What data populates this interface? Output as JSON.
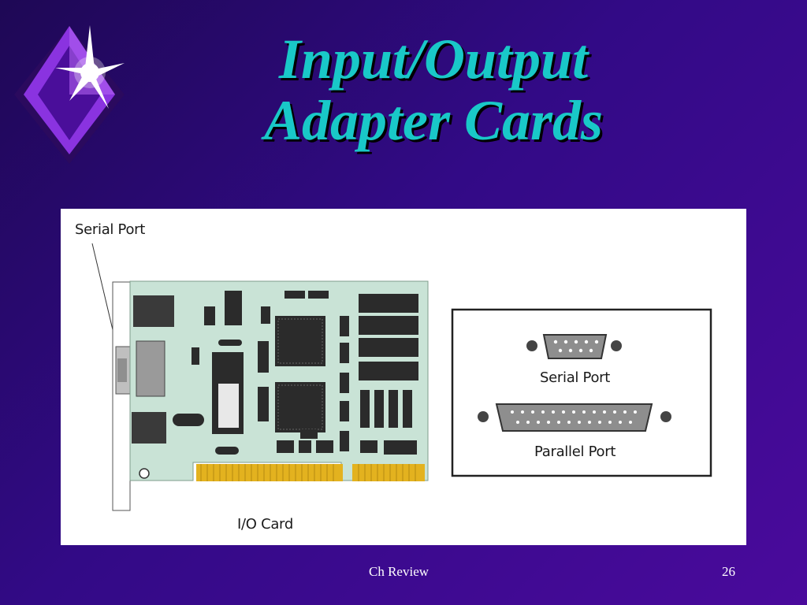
{
  "slide": {
    "title_line1": "Input/Output",
    "title_line2": "Adapter Cards",
    "footer_center": "Ch Review",
    "page_number": "26"
  },
  "figure": {
    "serial_port_label": "Serial Port",
    "io_card_label": "I/O Card",
    "inset_serial_label": "Serial Port",
    "inset_parallel_label": "Parallel Port"
  },
  "colors": {
    "title": "#19c8c8",
    "board": "#c9e3d6",
    "chip": "#2b2b2b",
    "gold_contacts": "#e3b21f",
    "background_dark": "#1e0855",
    "background_light": "#4a0a9c"
  },
  "icons": [
    "diamond-star-logo"
  ]
}
